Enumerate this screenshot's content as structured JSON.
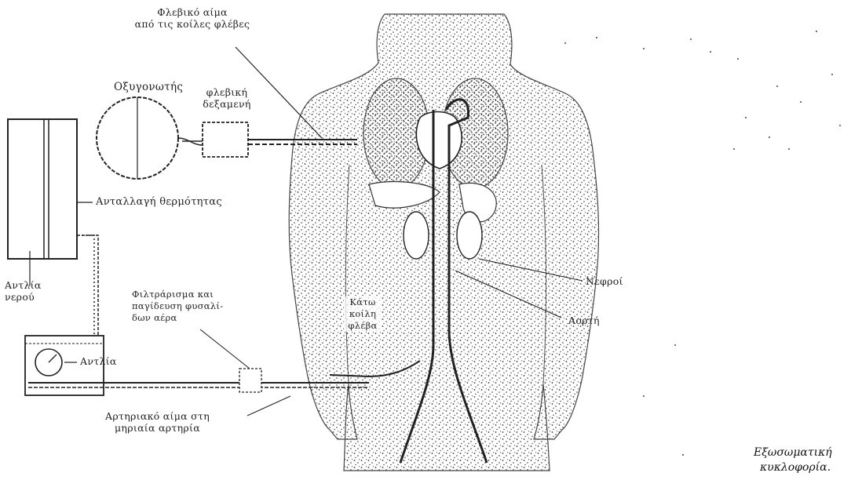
{
  "labels": {
    "venous_blood_l1": "Φλεβικό αίμα",
    "venous_blood_l2": "από τις κοίλες φλέβες",
    "oxygenator": "Οξυγονωτής",
    "venous_reservoir_l1": "φλεβική",
    "venous_reservoir_l2": "δεξαμενή",
    "heat_exchange": "Ανταλλαγή θερμότητας",
    "water_pump_l1": "Αντλία",
    "water_pump_l2": "νερού",
    "filter_l1": "Φιλτράρισμα και",
    "filter_l2": "παγίδευση φυσαλί-",
    "filter_l3": "δων αέρα",
    "pump": "Αντλία",
    "arterial_blood_l1": "Αρτηριακό αίμα στη",
    "arterial_blood_l2": "μηριαία αρτηρία",
    "kidneys": "Νεφροί",
    "aorta": "Αορτή",
    "vena_cava_l1": "Κάτω",
    "vena_cava_l2": "κοίλη",
    "vena_cava_l3": "φλέβα"
  },
  "caption": {
    "line1": "Εξωσωματική",
    "line2": "κυκλοφορία."
  },
  "colors": {
    "ink": "#1a1a1a",
    "stipple": "#333333",
    "paper": "#ffffff"
  }
}
